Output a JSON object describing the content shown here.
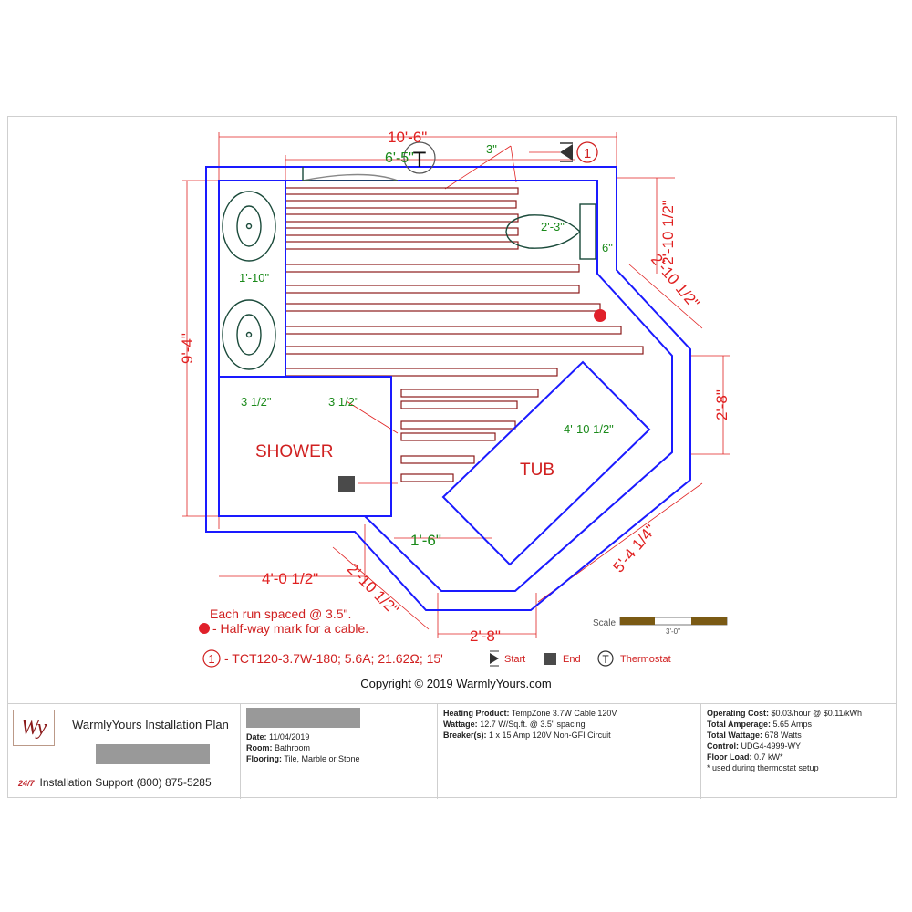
{
  "colors": {
    "wall": "#1a1aff",
    "cable": "#8b1a1a",
    "dim": "#e02020",
    "label": "#1a8a1a",
    "text": "#222222"
  },
  "dims": {
    "width_total": "10'-6\"",
    "width_inner": "6'-5\"",
    "spacing_top": "3\"",
    "height_left": "9'-4\"",
    "toilet": "2'-3\"",
    "toilet_gap": "6\"",
    "vanity": "1'-10\"",
    "diag_upper_a": "2'-10 1/2\"",
    "diag_upper_b": "2'-10 1/2\"",
    "right_vert": "2'-8\"",
    "shower_left": "3 1/2\"",
    "shower_right": "3 1/2\"",
    "tub": "4'-10 1/2\"",
    "gap": "1'-6\"",
    "bottom_left": "4'-0 1/2\"",
    "diag_lower_left": "2'-10 1/2\"",
    "diag_lower_right": "5'-4 1/4\"",
    "bottom": "2'-8\""
  },
  "rooms": {
    "shower": "SHOWER",
    "tub": "TUB"
  },
  "notes": {
    "spacing": "Each run spaced @ 3.5\".",
    "halfway": "- Half-way mark for a cable.",
    "start_num": "1"
  },
  "scale": {
    "label": "Scale",
    "value": "3'-0\""
  },
  "legend": {
    "cable_num": "1",
    "cable": "- TCT120-3.7W-180; 5.6A; 21.62Ω; 15'",
    "start": "Start",
    "end": "End",
    "thermo_symbol": "T",
    "thermostat": "Thermostat"
  },
  "copyright": "Copyright © 2019 WarmlyYours.com",
  "titleblock": {
    "logo": "Wy",
    "plan_title": "WarmlyYours Installation Plan",
    "badge": "24/7",
    "support": "Installation Support (800) 875-5285",
    "date_label": "Date:",
    "date": "11/04/2019",
    "room_label": "Room:",
    "room": "Bathroom",
    "flooring_label": "Flooring:",
    "flooring": "Tile, Marble or Stone",
    "product_label": "Heating Product:",
    "product": "TempZone 3.7W Cable 120V",
    "wattage_label": "Wattage:",
    "wattage": "12.7 W/Sq.ft. @ 3.5\" spacing",
    "breaker_label": "Breaker(s):",
    "breaker": "1 x 15 Amp 120V Non-GFI Circuit",
    "cost_label": "Operating Cost:",
    "cost": "$0.03/hour @ $0.11/kWh",
    "amperage_label": "Total Amperage:",
    "amperage": "5.65 Amps",
    "total_wattage_label": "Total Wattage:",
    "total_wattage": "678 Watts",
    "control_label": "Control:",
    "control": "UDG4-4999-WY",
    "floor_load_label": "Floor Load:",
    "floor_load": "0.7 kW*",
    "footnote": "* used during thermostat setup"
  }
}
